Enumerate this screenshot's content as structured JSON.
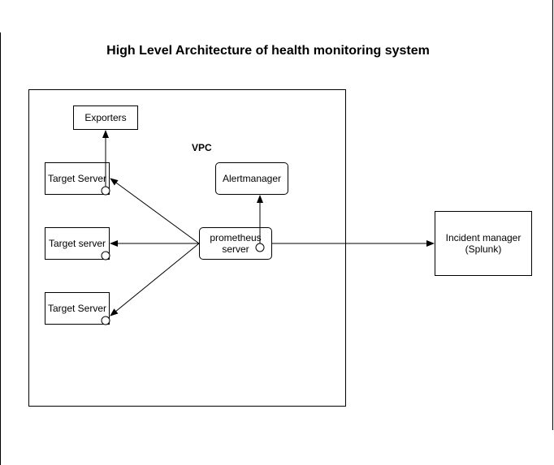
{
  "title": "High Level Architecture of health monitoring system",
  "vpc": {
    "label": "VPC"
  },
  "nodes": {
    "exporters": "Exporters",
    "target1": "Target Server",
    "target2": "Target server",
    "target3": "Target Server",
    "alertmanager": "Alertmanager",
    "prometheus_line1": "prometheus",
    "prometheus_line2": "server",
    "incident_line1": "Incident manager",
    "incident_line2": "(Splunk)"
  }
}
